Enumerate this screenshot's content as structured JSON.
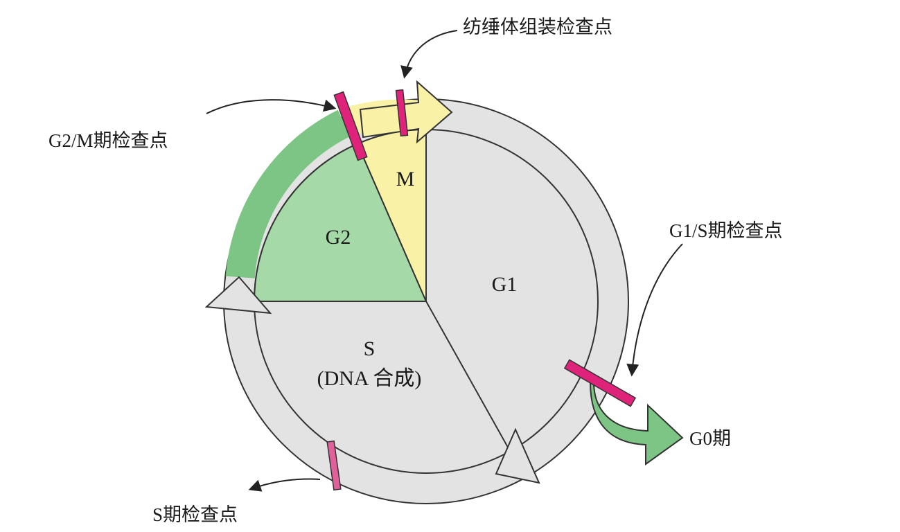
{
  "phases": {
    "g1": "G1",
    "s_line1": "S",
    "s_line2": "(DNA 合成)",
    "g2": "G2",
    "m": "M",
    "g0": "G0期"
  },
  "checkpoints": {
    "spindle": "纺缍体组装检查点",
    "g2m": "G2/M期检查点",
    "g1s": "G1/S期检查点",
    "s": "S期检查点"
  },
  "colors": {
    "ring": "#e3e3e3",
    "g1_s_sector": "#e3e3e3",
    "g2_sector": "#a6d9a8",
    "m_sector": "#f8f1a6",
    "g2_band": "#7dc585",
    "m_band": "#f8f1a6",
    "checkpoint_bar": "#e0237a",
    "s_checkpoint_bar": "#e0609a",
    "g0_arrow": "#7dc585",
    "outline": "#333333"
  }
}
